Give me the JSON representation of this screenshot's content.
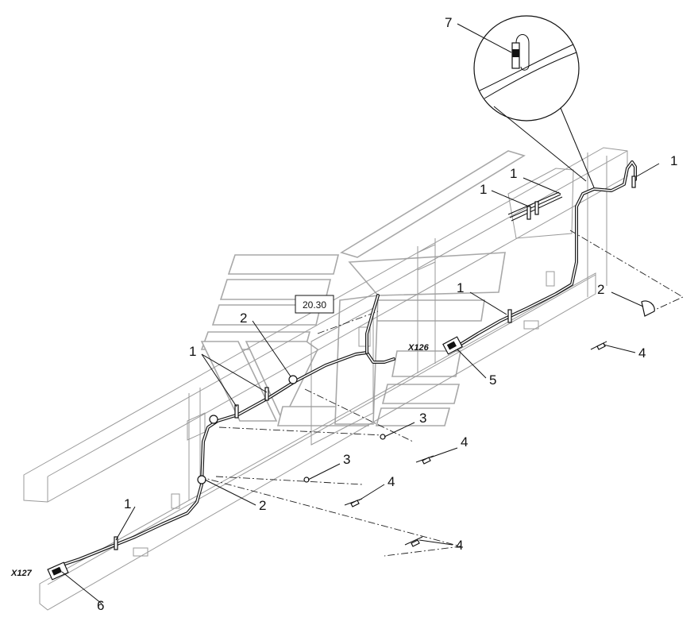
{
  "diagram": {
    "callouts": [
      {
        "id": "c1a",
        "label": "1"
      },
      {
        "id": "c1b",
        "label": "1"
      },
      {
        "id": "c1c",
        "label": "1"
      },
      {
        "id": "c1d",
        "label": "1"
      },
      {
        "id": "c1e",
        "label": "1"
      },
      {
        "id": "c1f",
        "label": "1"
      },
      {
        "id": "c2a",
        "label": "2"
      },
      {
        "id": "c2b",
        "label": "2"
      },
      {
        "id": "c2c",
        "label": "2"
      },
      {
        "id": "c3a",
        "label": "3"
      },
      {
        "id": "c3b",
        "label": "3"
      },
      {
        "id": "c4a",
        "label": "4"
      },
      {
        "id": "c4b",
        "label": "4"
      },
      {
        "id": "c4c",
        "label": "4"
      },
      {
        "id": "c4d",
        "label": "4"
      },
      {
        "id": "c5",
        "label": "5"
      },
      {
        "id": "c6",
        "label": "6"
      },
      {
        "id": "c7",
        "label": "7"
      }
    ],
    "connectors": {
      "x126": "X126",
      "x127": "X127"
    },
    "reference": "20.30"
  }
}
